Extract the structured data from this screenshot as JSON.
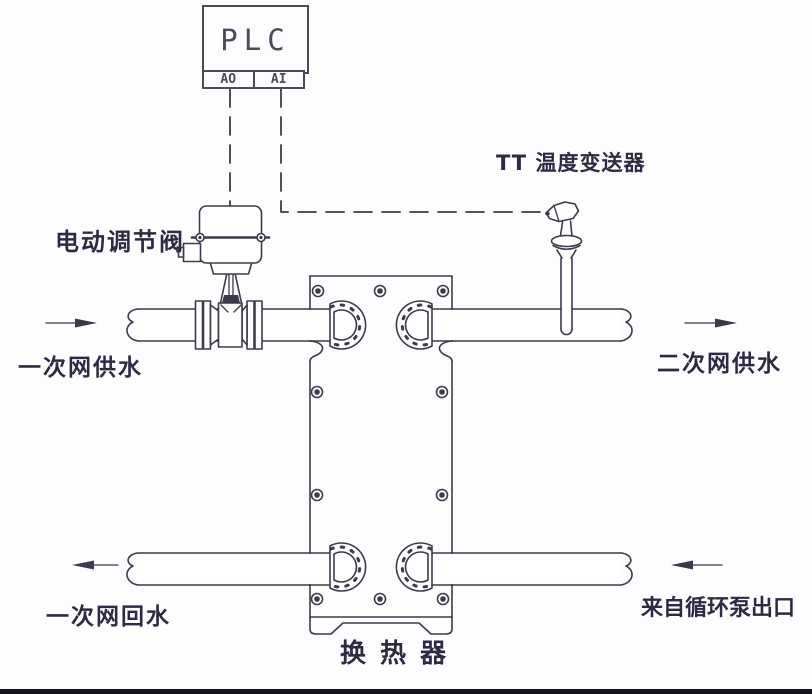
{
  "colors": {
    "line": "#3b3b4d",
    "text": "#2e2a44",
    "background": "#fcfdff",
    "bottom_edge_bar": "#15151d"
  },
  "plc": {
    "title": "PLC",
    "terminals": [
      {
        "label": "AO"
      },
      {
        "label": "AI"
      }
    ]
  },
  "labels": {
    "control_valve": "电动调节阀",
    "temperature_transmitter": "TT 温度变送器",
    "primary_supply": "一次网供水",
    "secondary_supply": "二次网供水",
    "primary_return": "一次网回水",
    "pump_outlet": "来自循环泵出口",
    "heat_exchanger": "换热器"
  }
}
